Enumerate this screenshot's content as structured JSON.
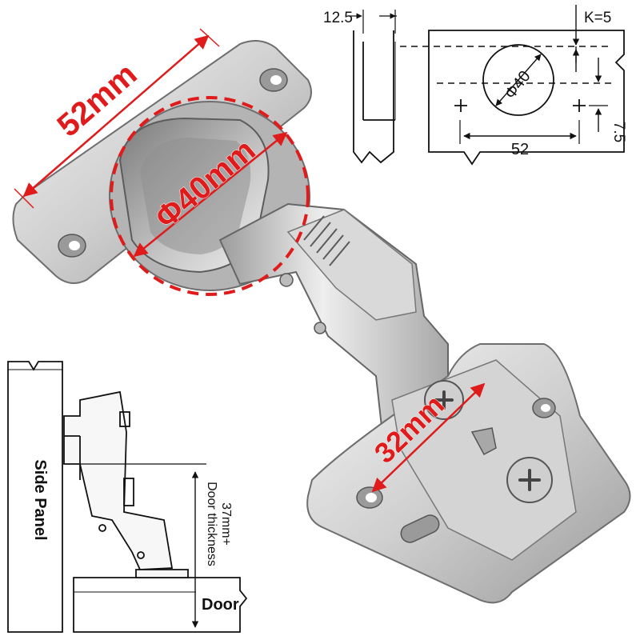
{
  "colors": {
    "accent": "#e01b1b",
    "line": "#111111",
    "metal_light": "#e6e6e6",
    "metal_mid": "#c4c4c4",
    "metal_dark": "#8e8e8e"
  },
  "photo_labels": {
    "plate_length": "52mm",
    "cup_diameter": "Φ40mm",
    "mount_spacing": "32mm"
  },
  "drilling_diagram": {
    "edge_offset": "12.5",
    "k_value": "K=5",
    "cup_diameter": "Φ40",
    "screw_spacing": "52",
    "screw_offset": "7.5"
  },
  "install_diagram": {
    "side_panel": "Side Panel",
    "door": "Door",
    "door_thickness_value": "37mm+",
    "door_thickness_label": "Door thickness"
  },
  "icons": [
    "screw-icon",
    "hinge-cup",
    "mounting-plate"
  ]
}
